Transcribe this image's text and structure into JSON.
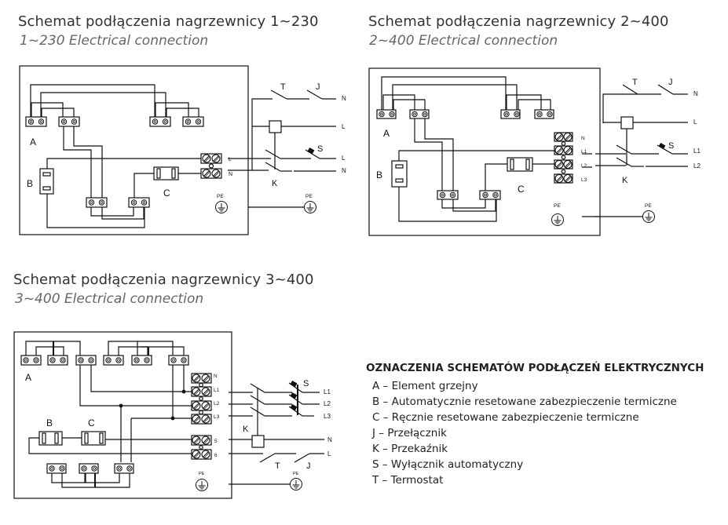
{
  "diagrams": [
    {
      "title": "Schemat podłączenia nagrzewnicy 1~230",
      "subtitle": "1~230 Electrical connection",
      "labels": {
        "A": "A",
        "B": "B",
        "C": "C",
        "K": "K",
        "T": "T",
        "J": "J",
        "S": "S",
        "PE": "PE"
      },
      "terminals": [
        "L",
        "N"
      ],
      "lines": [
        "N",
        "L",
        "L",
        "N"
      ]
    },
    {
      "title": "Schemat podłączenia nagrzewnicy 2~400",
      "subtitle": "2~400 Electrical connection",
      "labels": {
        "A": "A",
        "B": "B",
        "C": "C",
        "K": "K",
        "T": "T",
        "J": "J",
        "S": "S",
        "PE": "PE"
      },
      "terminals": [
        "N",
        "L1",
        "L2",
        "L3"
      ],
      "lines": [
        "N",
        "L",
        "L1",
        "L2"
      ]
    },
    {
      "title": "Schemat podłączenia nagrzewnicy 3~400",
      "subtitle": "3~400 Electrical connection",
      "labels": {
        "A": "A",
        "B": "B",
        "C": "C",
        "K": "K",
        "T": "T",
        "J": "J",
        "S": "S",
        "PE": "PE"
      },
      "terminals": [
        "N",
        "L1",
        "L2",
        "L3",
        "5",
        "6"
      ],
      "lines": [
        "L1",
        "L2",
        "L3",
        "N",
        "L"
      ]
    }
  ],
  "legend": {
    "title": "OZNACZENIA SCHEMATÓW PODŁĄCZEŃ ELEKTRYCZNYCH",
    "items": [
      "A – Element grzejny",
      "B – Automatycznie resetowane zabezpieczenie termiczne",
      "C – Ręcznie resetowane zabezpieczenie termiczne",
      "J – Przełącznik",
      "K – Przekaźnik",
      "S – Wyłącznik automatyczny",
      "T – Termostat"
    ]
  }
}
